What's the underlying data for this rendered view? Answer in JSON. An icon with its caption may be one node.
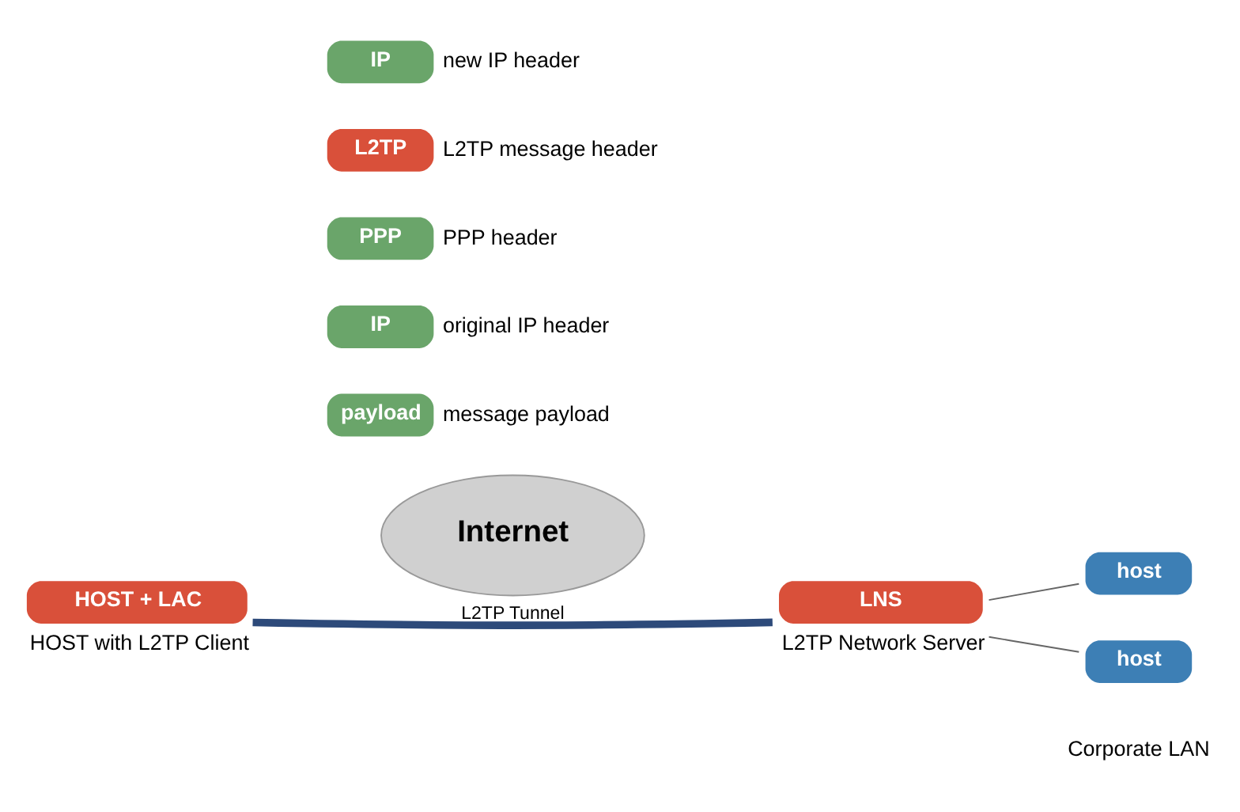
{
  "diagram": {
    "nodes": [
      {
        "text": [
          "IP"
        ],
        "beside": [
          "new IP header"
        ]
      },
      {
        "text": [
          "L2TP"
        ],
        "beside": [
          "L2TP message header"
        ]
      },
      {
        "text": [
          "PPP"
        ],
        "beside": [
          "PPP header"
        ]
      },
      {
        "text": [
          "IP"
        ],
        "beside": [
          "original IP header"
        ]
      },
      {
        "text": [
          "payload"
        ],
        "beside": [
          "message payload"
        ]
      },
      {
        "text": [
          "HOST + LAC"
        ],
        "beside": [
          "HOST with L2TP Client"
        ]
      },
      {
        "text": [
          "Internet"
        ]
      },
      {
        "text": [
          "LNS"
        ],
        "beside": [
          "L2TP Network Server"
        ]
      },
      {
        "text": [
          "host"
        ]
      },
      {
        "text": [
          "host"
        ]
      }
    ],
    "edges": [
      {
        "from": 5,
        "to": 7,
        "arrow": "none",
        "label": "L2TP Tunnel",
        "style": "thick",
        "color": "#2d4a7a"
      },
      {
        "from": 7,
        "to": 8,
        "arrow": "none"
      },
      {
        "from": 7,
        "to": 9,
        "arrow": "none"
      }
    ],
    "labels": [
      "Corporate LAN"
    ]
  }
}
